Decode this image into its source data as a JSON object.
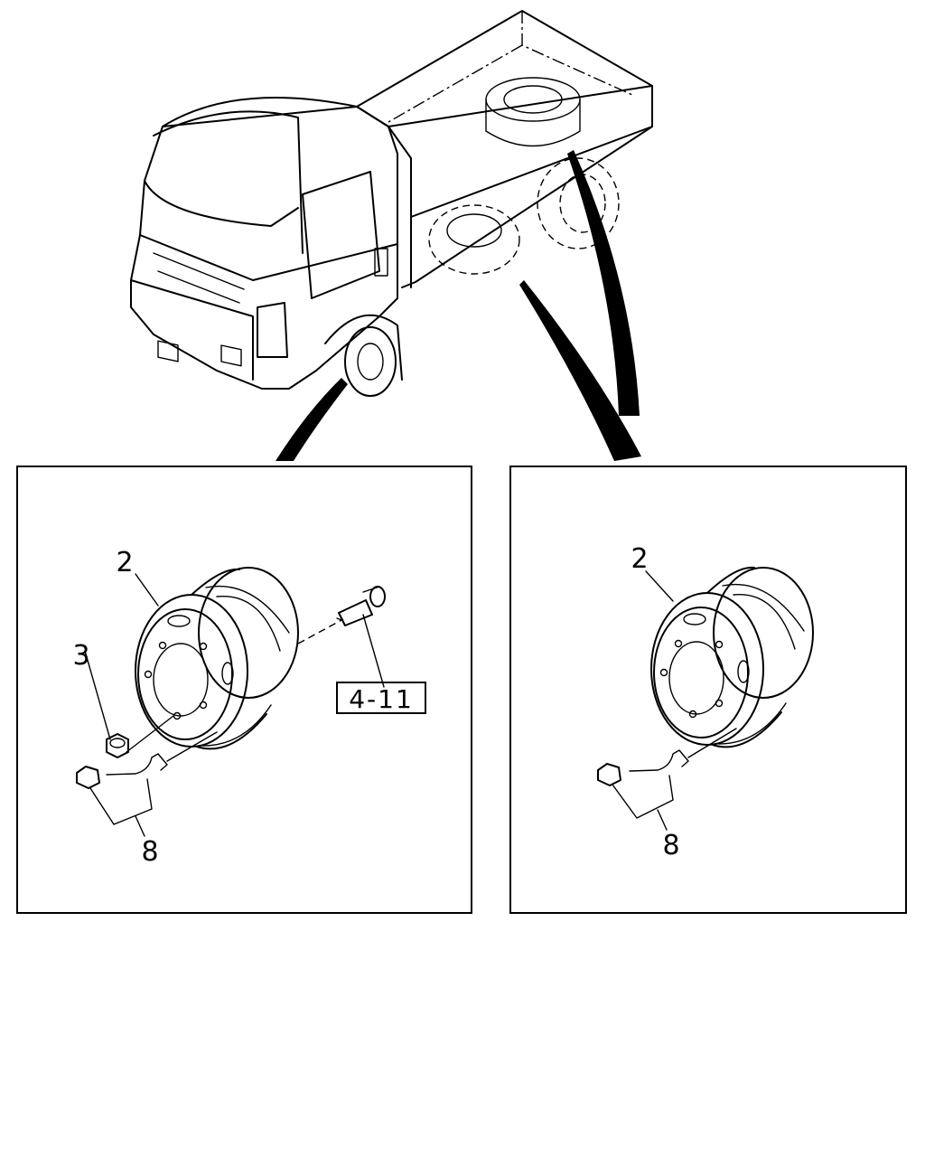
{
  "callouts": {
    "left_wheel": "2",
    "left_nut": "3",
    "left_valve": "8",
    "left_reference": "4-11",
    "right_wheel": "2",
    "right_valve": "8"
  }
}
